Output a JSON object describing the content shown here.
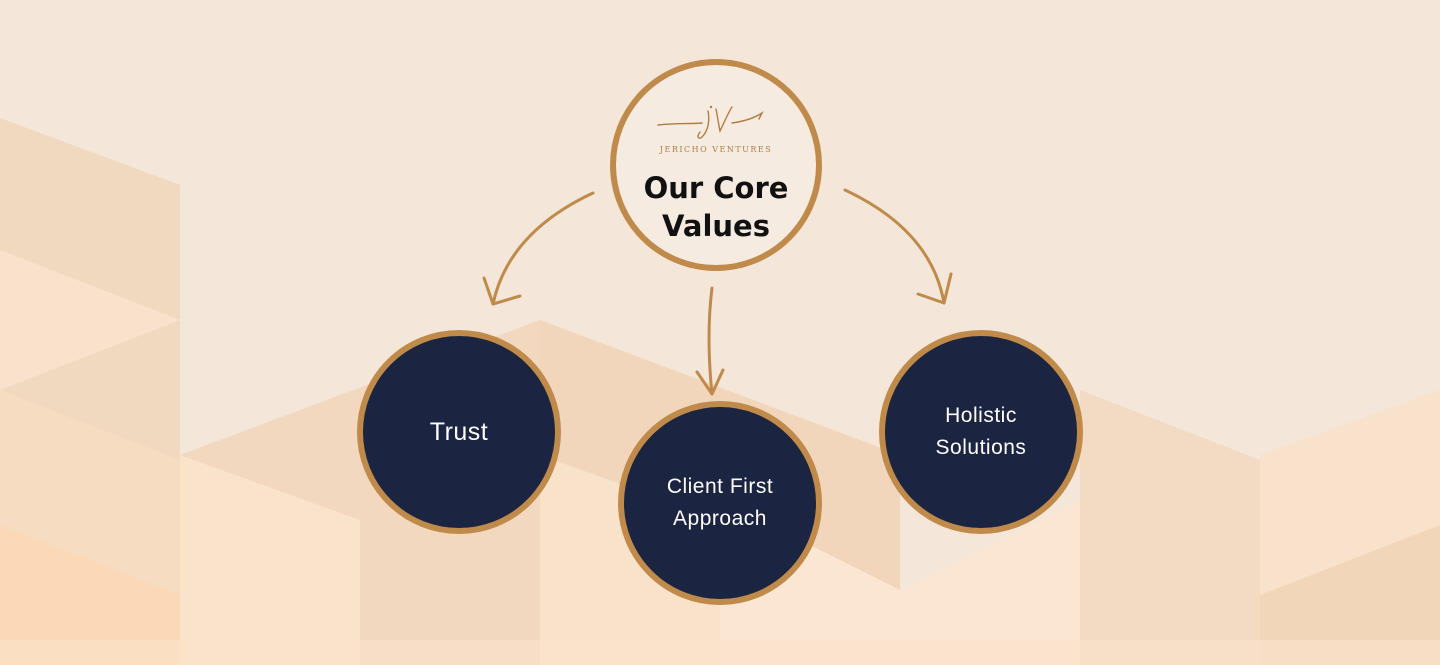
{
  "hub": {
    "brand_name": "JERICHO VENTURES",
    "title": "Our Core\nValues",
    "logo_icon": "jv-monogram-icon"
  },
  "values": [
    {
      "label": "Trust"
    },
    {
      "label": "Client First\nApproach"
    },
    {
      "label": "Holistic\nSolutions"
    }
  ],
  "colors": {
    "background": "#f4e6d9",
    "accent": "#c08a4a",
    "node_fill": "#1b2440",
    "hub_fill": "#f6ebe1"
  }
}
